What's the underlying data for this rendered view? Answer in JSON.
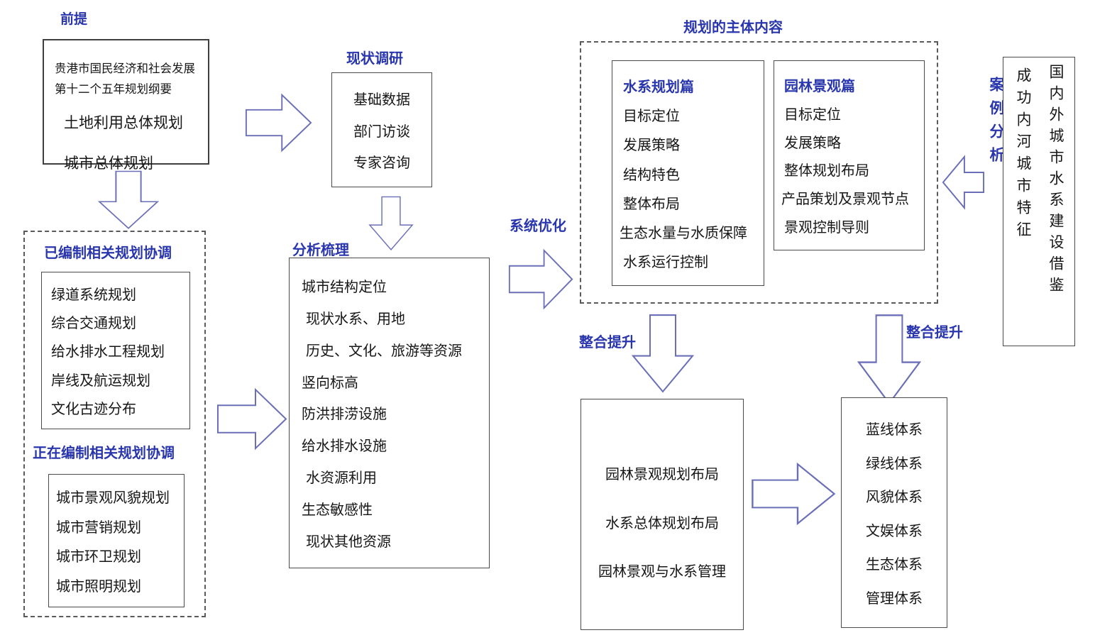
{
  "colors": {
    "label_blue": "#2936ad",
    "arrow_stroke": "#6b6fb7",
    "box_border": "#3f3f3f",
    "text_dark": "#161616"
  },
  "premise": {
    "label": "前提",
    "line1": "贵港市国民经济和社会发展",
    "line2": "第十二个五年规划纲要",
    "items": [
      "土地利用总体规划",
      "城市总体规划"
    ]
  },
  "survey": {
    "label": "现状调研",
    "items": [
      "基础数据",
      "部门访谈",
      "专家咨询"
    ]
  },
  "compiled": {
    "label": "已编制相关规划协调",
    "items": [
      "绿道系统规划",
      "综合交通规划",
      "给水排水工程规划",
      "岸线及航运规划",
      "文化古迹分布"
    ]
  },
  "in_progress": {
    "label": "正在编制相关规划协调",
    "items": [
      "城市景观风貌规划",
      "城市营销规划",
      "城市环卫规划",
      "城市照明规划"
    ]
  },
  "analysis": {
    "label": "分析梳理",
    "items": [
      "城市结构定位",
      "现状水系、用地",
      "历史、文化、旅游等资源",
      "竖向标高",
      "防洪排涝设施",
      "给水排水设施",
      "水资源利用",
      "生态敏感性",
      "现状其他资源"
    ]
  },
  "system_opt_label": "系统优化",
  "main_content": {
    "label": "规划的主体内容",
    "water": {
      "title": "水系规划篇",
      "items": [
        "目标定位",
        "发展策略",
        "结构特色",
        "整体布局",
        "生态水量与水质保障",
        "水系运行控制"
      ]
    },
    "landscape": {
      "title": "园林景观篇",
      "items": [
        "目标定位",
        "发展策略",
        "整体规划布局",
        "产品策划及景观节点",
        "景观控制导则"
      ]
    }
  },
  "case_study": {
    "label": "案例分析",
    "col_left": "成功内河城市特征",
    "col_right": "国内外城市水系建设借鉴"
  },
  "integrate": {
    "label_1": "整合提升",
    "label_2": "整合提升"
  },
  "layout_box": {
    "items": [
      "园林景观规划布局",
      "水系总体规划布局",
      "园林景观与水系管理"
    ]
  },
  "system_box": {
    "items": [
      "蓝线体系",
      "绿线体系",
      "风貌体系",
      "文娱体系",
      "生态体系",
      "管理体系"
    ]
  }
}
